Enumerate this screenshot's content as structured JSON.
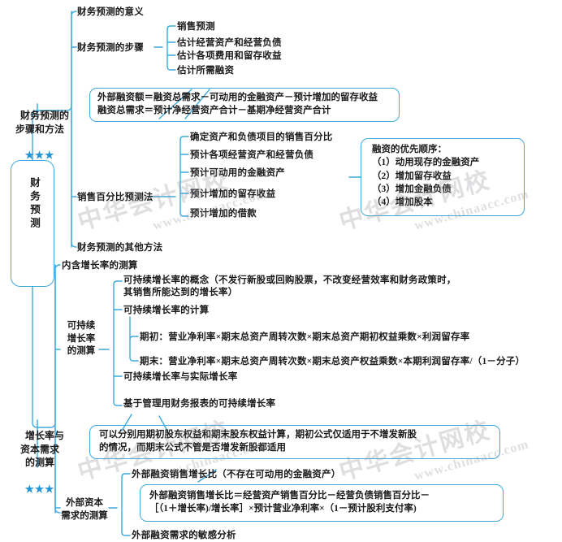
{
  "root": {
    "label": "财务预测"
  },
  "branches": [
    {
      "id": "branch-1",
      "title": "财务预测的\n步骤和方法",
      "stars": "★★★",
      "children": [
        {
          "label": "财务预测的意义"
        },
        {
          "label": "财务预测的步骤",
          "children": [
            {
              "label": "销售预测"
            },
            {
              "label": "估计经营资产和经营负债"
            },
            {
              "label": "估计各项费用和留存收益"
            },
            {
              "label": "估计所需融资"
            }
          ]
        },
        {
          "label": "销售百分比预测法",
          "children": [
            {
              "label": "确定资产和负债项目的销售百分比"
            },
            {
              "label": "预计各项经营资产和经营负债"
            },
            {
              "label": "预计可动用的金融资产"
            },
            {
              "label": "预计增加的留存收益"
            },
            {
              "label": "预计增加的借款"
            }
          ]
        },
        {
          "label": "财务预测的其他方法"
        }
      ]
    },
    {
      "id": "branch-2",
      "title": "增长率与\n资本需求\n的测算",
      "stars": "★★★",
      "children": [
        {
          "label": "内含增长率的测算"
        },
        {
          "label": "可持续\n增长率\n的测算",
          "children": [
            {
              "label": "可持续增长率的概念（不发行新股或回购股票，不改变经营效率和财务政策时，\n其销售所能达到的增长率）"
            },
            {
              "label": "可持续增长率的计算",
              "children": [
                {
                  "label": "期初：营业净利率×期末总资产周转次数×期末总资产期初权益乘数×利润留存率"
                },
                {
                  "label": "期末：营业净利率×期末总资产周转次数×期末总资产权益乘数×本期利润留存率/（1－分子）"
                }
              ]
            },
            {
              "label": "可持续增长率与实际增长率"
            },
            {
              "label": "基于管理用财务报表的可持续增长率"
            }
          ]
        },
        {
          "label": "外部资本\n需求的测算",
          "children": [
            {
              "label": "外部融资销售增长比（不存在可动用的金融资产）"
            },
            {
              "label": "外部融资需求的敏感分析"
            }
          ]
        }
      ]
    }
  ],
  "callouts": [
    {
      "id": "callout-financing-formula",
      "lines": "外部融资额＝融资总需求－可动用的金融资产－预计增加的留存收益\n融资总需求＝预计净经营资产合计－基期净经营资产合计"
    },
    {
      "id": "callout-financing-priority",
      "lines": "融资的优先顺序：\n（1）动用现存的金融资产\n（2）增加留存收益\n（3）增加金融负债\n（4）增加股本"
    },
    {
      "id": "callout-equity-note",
      "lines": "可以分别用期初股东权益和期末股东权益计算，期初公式仅适用于不增发新股\n的情况，而期末公式不管是否增发新股都适用"
    },
    {
      "id": "callout-external-growth-formula",
      "lines": "外部融资销售增长比＝经营资产销售百分比－经营负债销售百分比－\n［（1＋增长率)/增长率］×预计营业净利率×（1－预计股利支付率)"
    }
  ],
  "watermarks": [
    {
      "big": "中华会计网校",
      "small": "www.chinaacc.com"
    },
    {
      "big": "中华会计网校",
      "small": "www.chinaacc.com"
    },
    {
      "big": "中华会计网校",
      "small": "www.chinaacc.com"
    },
    {
      "big": "中华会计网校",
      "small": "www.chinaacc.com"
    }
  ],
  "colors": {
    "line": "#3fa9dc",
    "star": "#2196d6",
    "text": "#1a1a1a",
    "watermark": "#96969f"
  }
}
